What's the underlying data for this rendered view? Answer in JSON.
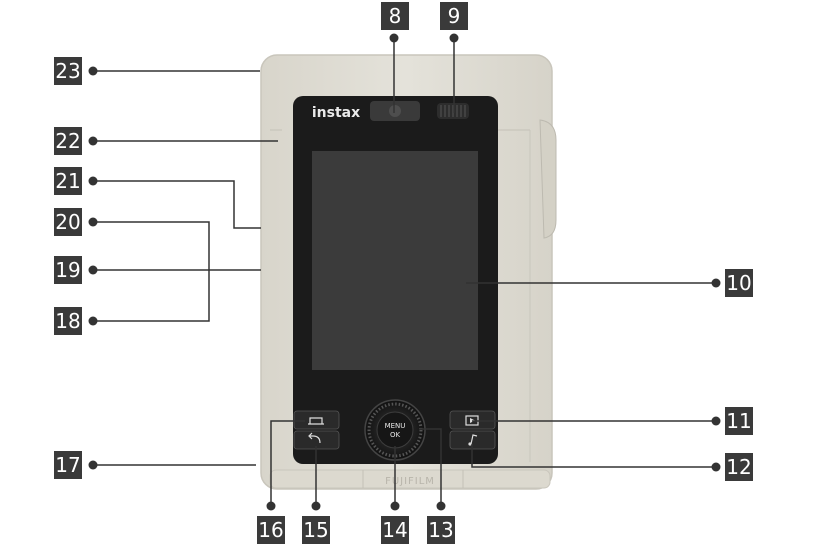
{
  "device": {
    "brand_label": "instax",
    "menu_label_line1": "MENU",
    "menu_label_line2": "OK",
    "bottom_brand": "FUJIFILM"
  },
  "callouts": [
    "8",
    "9",
    "10",
    "11",
    "12",
    "13",
    "14",
    "15",
    "16",
    "17",
    "18",
    "19",
    "20",
    "21",
    "22",
    "23"
  ],
  "colors": {
    "body": "#e0ded6",
    "body_shadow": "#cfccc2",
    "panel": "#1b1b1b",
    "screen": "#3b3b3b",
    "callout_bg": "#3a3a3a",
    "leader": "#333333"
  }
}
